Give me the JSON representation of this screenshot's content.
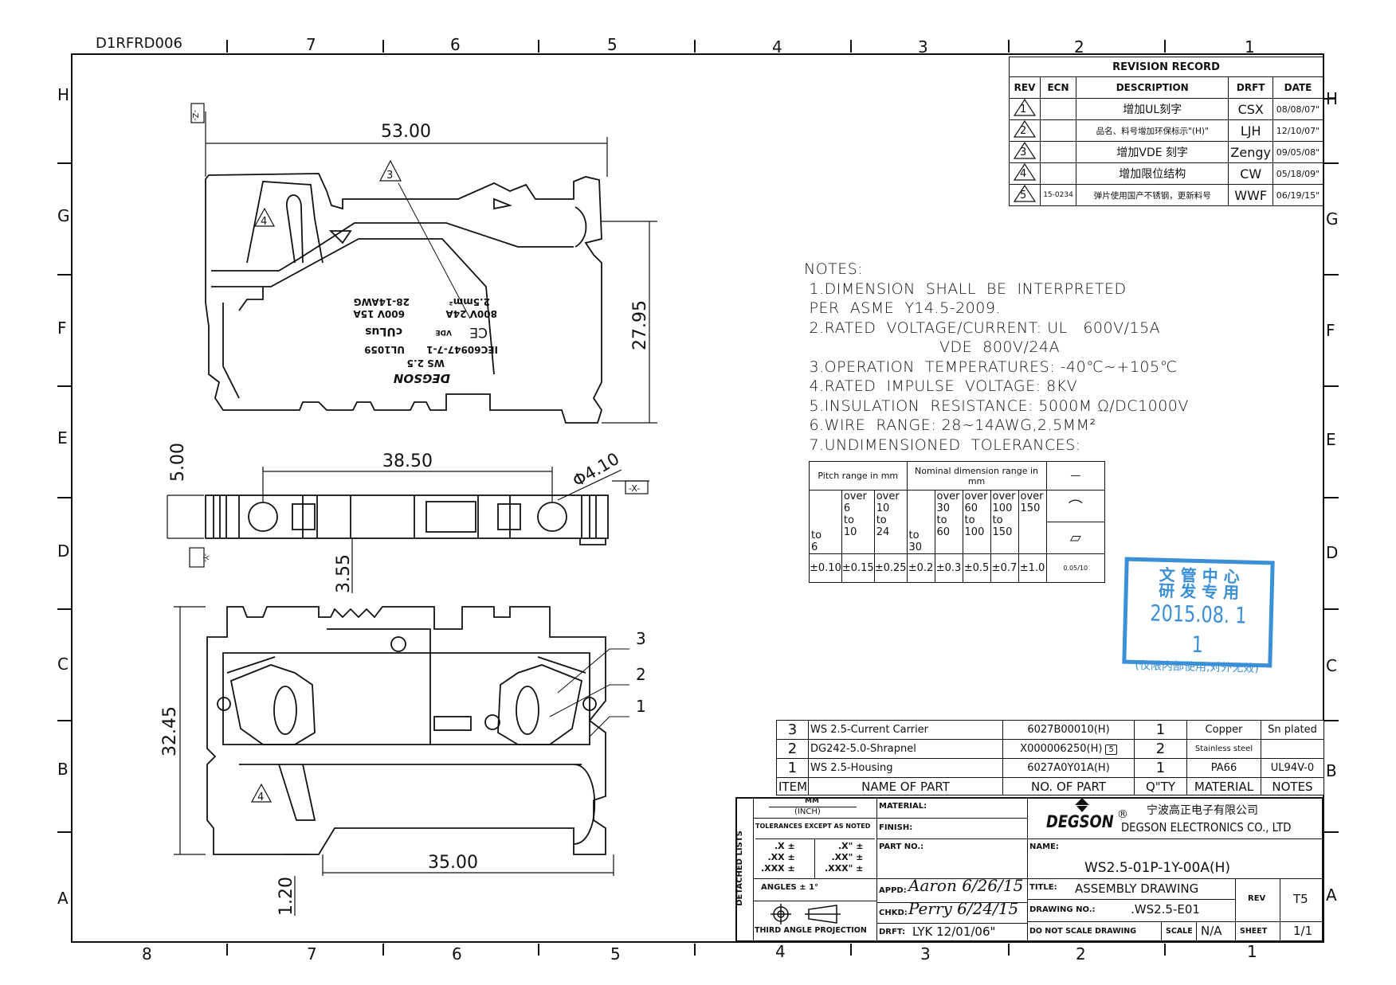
{
  "drawing_id": "D1RFRD006",
  "zones": {
    "top": [
      "7",
      "6",
      "5",
      "4",
      "3",
      "2",
      "1"
    ],
    "bottom": [
      "8",
      "7",
      "6",
      "5",
      "4",
      "3",
      "2",
      "1"
    ],
    "left": [
      "H",
      "G",
      "F",
      "E",
      "D",
      "C",
      "B",
      "A"
    ],
    "right": [
      "H",
      "G",
      "F",
      "E",
      "D",
      "C",
      "B",
      "A"
    ]
  },
  "revision_record": {
    "title": "REVISION RECORD",
    "headers": [
      "REV",
      "ECN",
      "DESCRIPTION",
      "DRFT",
      "DATE"
    ],
    "rows": [
      {
        "rev": "1",
        "ecn": "",
        "description": "增加UL刻字",
        "drft": "CSX",
        "date": "08/08/07\""
      },
      {
        "rev": "2",
        "ecn": "",
        "description": "品名、料号增加环保标示\"(H)\"",
        "drft": "LJH",
        "date": "12/10/07\""
      },
      {
        "rev": "3",
        "ecn": "",
        "description": "增加VDE 刻字",
        "drft": "Zengy",
        "date": "09/05/08\""
      },
      {
        "rev": "4",
        "ecn": "",
        "description": "增加限位结构",
        "drft": "CW",
        "date": "05/18/09\""
      },
      {
        "rev": "5",
        "ecn": "15-0234",
        "description": "弹片使用国产不锈钢，更新料号",
        "drft": "WWF",
        "date": "06/19/15\""
      }
    ]
  },
  "notes": {
    "title": "NOTES:",
    "lines": [
      " 1.DIMENSION  SHALL  BE  INTERPRETED",
      " PER  ASME  Y14.5-2009.",
      " 2.RATED  VOLTAGE/CURRENT: UL   600V/15A",
      "                          VDE  800V/24A",
      " 3.OPERATION  TEMPERATURES: -40℃~+105℃",
      " 4.RATED  IMPULSE  VOLTAGE: 8KV",
      " 5.INSULATION  RESISTANCE: 5000M Ω/DC1000V",
      " 6.WIRE  RANGE: 28~14AWG,2.5MM²",
      " 7.UNDIMENSIONED  TOLERANCES:"
    ]
  },
  "tolerance_table": {
    "pitch_header": "Pitch  range  in  mm",
    "nominal_header": "Nominal  dimension  range in  mm",
    "flatness_symbol": "—",
    "profile_symbol": "⌒",
    "parallel_symbol": "▱",
    "ranges": [
      "to 6",
      "over 6 to 10",
      "over 10 to 24",
      "to 30",
      "over 30 to 60",
      "over 60 to 100",
      "over 100 to 150",
      "over 150"
    ],
    "values": [
      "±0.10",
      "±0.15",
      "±0.25",
      "±0.2",
      "±0.3",
      "±0.5",
      "±0.7",
      "±1.0"
    ],
    "geometric_value": "0.05/10"
  },
  "stamp": {
    "line1": "文 管 中 心",
    "line2": "研 发 专 用",
    "date": "2015.08. 1 1",
    "note": "(仅限内部使用,对外无效)",
    "color": "#3b8fd6"
  },
  "views": {
    "top": {
      "dim_width": "53.00",
      "dim_height": "27.95",
      "datum": "-Z-",
      "rev_marks": [
        "3",
        "4"
      ],
      "marking": {
        "brand": "DEGSON",
        "model": "WS 2.5",
        "standard": "IEC60947-7-1",
        "ul_file": "UL1059",
        "ul_rating": "600V  15A",
        "ul_wire": "28-14AWG",
        "vde_rating": "800V  24A",
        "vde_wire": "2.5mm²",
        "ce": "CE",
        "cul": "cULus",
        "vde": "VDE"
      }
    },
    "side": {
      "dim_length": "38.50",
      "dim_height": "5.00",
      "dim_offset": "3.55",
      "dim_hole": "Φ4.10",
      "datum_x": "-X-",
      "datum_y": "-Y-"
    },
    "front": {
      "dim_height": "32.45",
      "dim_width": "35.00",
      "dim_bottom": "1.20",
      "callouts": [
        "3",
        "2",
        "1"
      ],
      "rev_mark": "4"
    }
  },
  "bom": {
    "rows": [
      {
        "item": "3",
        "name": "WS  2.5-Current  Carrier",
        "part_no": "6027B00010(H)",
        "qty": "1",
        "material": "Copper",
        "notes": "Sn  plated"
      },
      {
        "item": "2",
        "name": "DG242-5.0-Shrapnel",
        "part_no": "X000006250(H)",
        "part_rev": "5",
        "qty": "2",
        "material": "Stainless steel",
        "notes": ""
      },
      {
        "item": "1",
        "name": "WS  2.5-Housing",
        "part_no": "6027A0Y01A(H)",
        "qty": "1",
        "material": "PA66",
        "notes": "UL94V-0"
      }
    ],
    "headers": [
      "ITEM",
      "NAME  OF  PART",
      "NO.  OF   PART",
      "Q\"TY",
      "MATERIAL",
      "NOTES"
    ]
  },
  "title_block": {
    "detached_lists": "DETACHED LISTS",
    "units_mm": "MM",
    "units_inch": "(INCH)",
    "tolerances_label": "TOLERANCES EXCEPT AS NOTED",
    "tol_mm": [
      ".X ±",
      ".XX ±",
      ".XXX ±"
    ],
    "tol_inch": [
      ".X\" ±",
      ".XX\" ±",
      ".XXX\" ±"
    ],
    "angles": "ANGLES ± 1°",
    "projection": "THIRD ANGLE PROJECTION",
    "material_label": "MATERIAL:",
    "finish_label": "FINISH:",
    "part_no_label": "PART NO.:",
    "appd_label": "APPD:",
    "appd_value": "Aaron 6/26/15",
    "chkd_label": "CHKD:",
    "chkd_value": "Perry 6/24/15",
    "drft_label": "DRFT:",
    "drft_value": "LYK 12/01/06\"",
    "company_cn": "宁波高正电子有限公司",
    "brand": "DEGSON",
    "registered": "®",
    "company_en": "DEGSON ELECTRONICS CO., LTD",
    "name_label": "NAME:",
    "name_value": "WS2.5-01P-1Y-00A(H)",
    "title_label": "TITLE:",
    "title_value": "ASSEMBLY  DRAWING",
    "drawing_no_label": "DRAWING NO.:",
    "drawing_no_value": ".WS2.5-E01",
    "rev_label": "REV",
    "rev_value": "T5",
    "do_not_scale": "DO NOT SCALE DRAWING",
    "scale_label": "SCALE",
    "scale_value": "N/A",
    "sheet_label": "SHEET",
    "sheet_value": "1/1"
  }
}
